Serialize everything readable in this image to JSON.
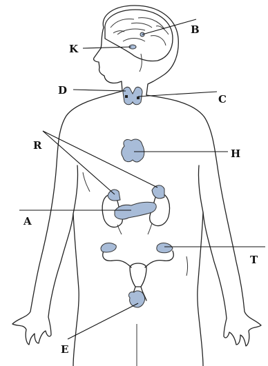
{
  "labels": {
    "K": "K",
    "B": "B",
    "D": "D",
    "C": "C",
    "R": "R",
    "H": "H",
    "A": "A",
    "T": "T",
    "E": "E"
  },
  "colors": {
    "gland_fill": "#a8bcd8",
    "outline": "#222222",
    "background": "#ffffff"
  }
}
